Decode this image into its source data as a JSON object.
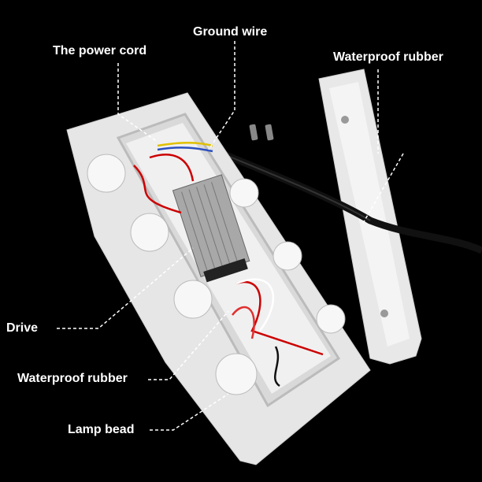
{
  "labels": {
    "ground_wire": "Ground wire",
    "power_cord": "The power cord",
    "waterproof_rubber_top": "Waterproof rubber",
    "drive": "Drive",
    "waterproof_rubber_bottom": "Waterproof rubber",
    "lamp_bead": "Lamp bead"
  },
  "colors": {
    "background": "#000000",
    "housing": "#eeeeee",
    "label": "#ffffff"
  }
}
